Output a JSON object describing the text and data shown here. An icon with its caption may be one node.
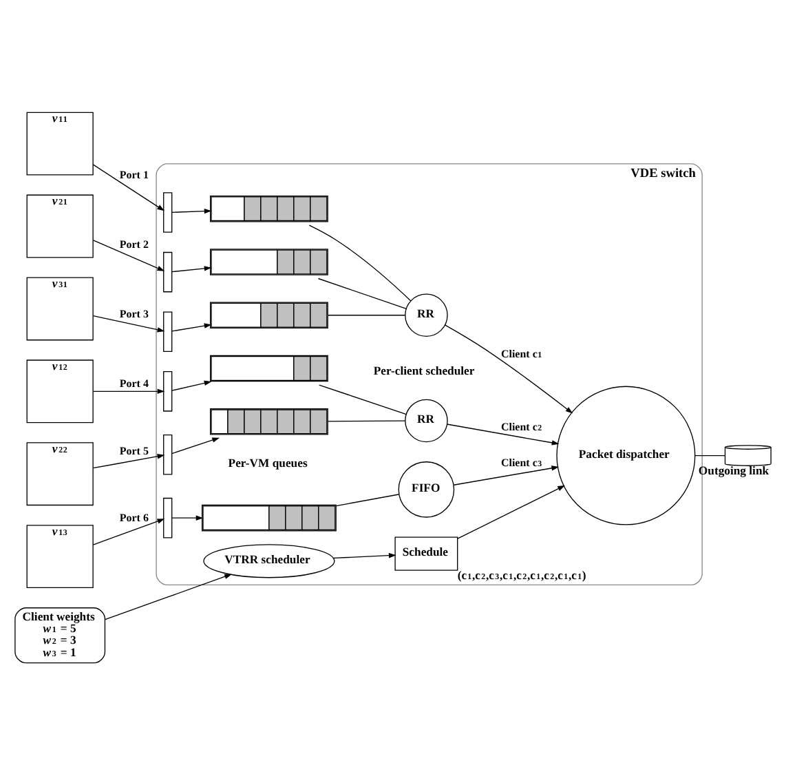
{
  "diagram": {
    "nodes": [
      {
        "text": [
          "VDE switch"
        ]
      },
      {
        "text": [
          "*v*$_{1}$$^{1}$"
        ]
      },
      {
        "text": [
          "*v*$_{2}$$^{1}$"
        ]
      },
      {
        "text": [
          "*v*$_{3}$$^{1}$"
        ]
      },
      {
        "text": [
          "*v*$_{1}$$^{2}$"
        ]
      },
      {
        "text": [
          "*v*$_{2}$$^{2}$"
        ]
      },
      {
        "text": [
          "*v*$_{1}$$^{3}$"
        ]
      },
      {
        "text": [],
        "shape": "bar",
        "in": 0
      },
      {
        "text": [],
        "shape": "bar",
        "in": 0
      },
      {
        "text": [],
        "shape": "bar",
        "in": 0
      },
      {
        "text": [],
        "shape": "bar",
        "in": 0
      },
      {
        "text": [],
        "shape": "bar",
        "in": 0
      },
      {
        "text": [],
        "shape": "bar",
        "in": 0
      },
      {
        "text": [],
        "shape": "box",
        "in": 0
      },
      {
        "text": [],
        "shape": "box",
        "in": 0
      },
      {
        "text": [],
        "shape": "box",
        "in": 0
      },
      {
        "text": [],
        "shape": "box",
        "in": 0
      },
      {
        "text": [],
        "shape": "box",
        "in": 0
      },
      {
        "text": [],
        "shape": "box",
        "in": 0
      },
      {
        "text": [
          "RR"
        ],
        "in": 0
      },
      {
        "text": [
          "RR"
        ],
        "in": 0
      },
      {
        "text": [
          "FIFO"
        ],
        "in": 0
      },
      {
        "text": [
          "Packet dispatcher"
        ],
        "in": 0
      },
      {
        "text": [
          "VTRR scheduler"
        ],
        "in": 0
      },
      {
        "text": [
          "Schedule"
        ],
        "in": 0,
        "beside": [
          "(c$_{1}$,c$_{2}$,c$_{3}$,c$_{1}$,c$_{2}$,c$_{1}$,c$_{2}$,c$_{1}$,c$_{1}$)"
        ]
      },
      {
        "text": [
          "Client weights",
          "*w*$_{1}$ = 5",
          "*w*$_{2}$ = 3",
          "*w*$_{3}$ = 1"
        ]
      },
      {
        "text": [],
        "shape": "cylinder",
        "beside": [
          "Outgoing link"
        ]
      }
    ],
    "edges": [
      {
        "from": 1,
        "to": 7,
        "arrow": "to",
        "label": "Port 1"
      },
      {
        "from": 2,
        "to": 8,
        "arrow": "to",
        "label": "Port 2"
      },
      {
        "from": 3,
        "to": 9,
        "arrow": "to",
        "label": "Port 3"
      },
      {
        "from": 4,
        "to": 10,
        "arrow": "to",
        "label": "Port 4"
      },
      {
        "from": 5,
        "to": 11,
        "arrow": "to",
        "label": "Port 5"
      },
      {
        "from": 6,
        "to": 12,
        "arrow": "to",
        "label": "Port 6"
      },
      {
        "from": 7,
        "to": 13,
        "arrow": "to"
      },
      {
        "from": 8,
        "to": 14,
        "arrow": "to"
      },
      {
        "from": 9,
        "to": 15,
        "arrow": "to"
      },
      {
        "from": 10,
        "to": 16,
        "arrow": "to"
      },
      {
        "from": 11,
        "to": 17,
        "arrow": "to"
      },
      {
        "from": 12,
        "to": 18,
        "arrow": "to"
      },
      {
        "from": 13,
        "to": 19,
        "arrow": "none"
      },
      {
        "from": 14,
        "to": 19,
        "arrow": "none"
      },
      {
        "from": 15,
        "to": 19,
        "arrow": "none"
      },
      {
        "from": 16,
        "to": 20,
        "arrow": "none"
      },
      {
        "from": 17,
        "to": 20,
        "arrow": "none"
      },
      {
        "from": 18,
        "to": 21,
        "arrow": "none"
      },
      {
        "from": 19,
        "to": 22,
        "arrow": "to",
        "label": "Client c$_{1}$"
      },
      {
        "from": 20,
        "to": 22,
        "arrow": "to",
        "label": "Client c$_{2}$"
      },
      {
        "from": 21,
        "to": 22,
        "arrow": "to",
        "label": "Client c$_{3}$"
      },
      {
        "from": 22,
        "to": 26,
        "arrow": "none"
      },
      {
        "from": 25,
        "to": 23,
        "arrow": "to"
      },
      {
        "from": 23,
        "to": 24,
        "arrow": "to"
      },
      {
        "from": 24,
        "to": 22,
        "arrow": "to"
      }
    ],
    "labels": [
      "Per-client scheduler",
      "Per-VM queues"
    ]
  }
}
